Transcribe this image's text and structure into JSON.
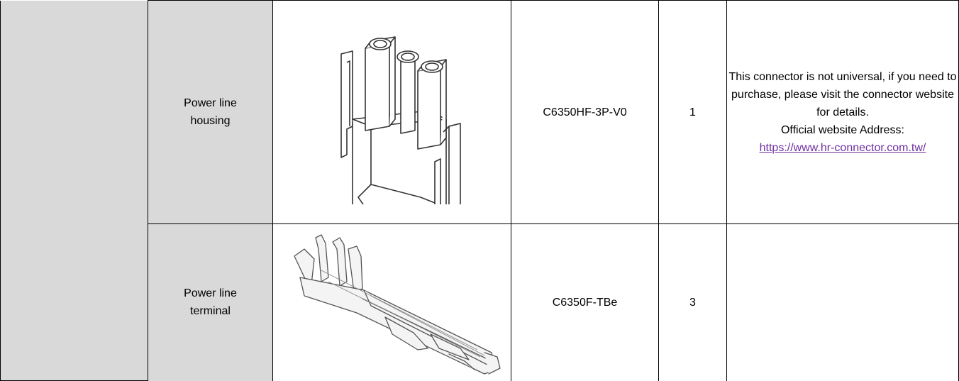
{
  "rows": [
    {
      "name_line1": "Power line",
      "name_line2": "housing",
      "image": "connector-housing-image",
      "part_number": "C6350HF-3P-V0",
      "quantity": "1",
      "note_intro": "This connector is not universal, if you need to purchase, please visit the connector website for details.",
      "note_address_label": "Official website Address:",
      "note_link": "https://www.hr-connector.com.tw/"
    },
    {
      "name_line1": "Power line",
      "name_line2": "terminal",
      "image": "crimp-terminal-image",
      "part_number": "C6350F-TBe",
      "quantity": "3",
      "note_intro": ""
    }
  ],
  "colors": {
    "category_fill": "#d9d9d9",
    "border": "#000000",
    "link": "#7030a0"
  }
}
